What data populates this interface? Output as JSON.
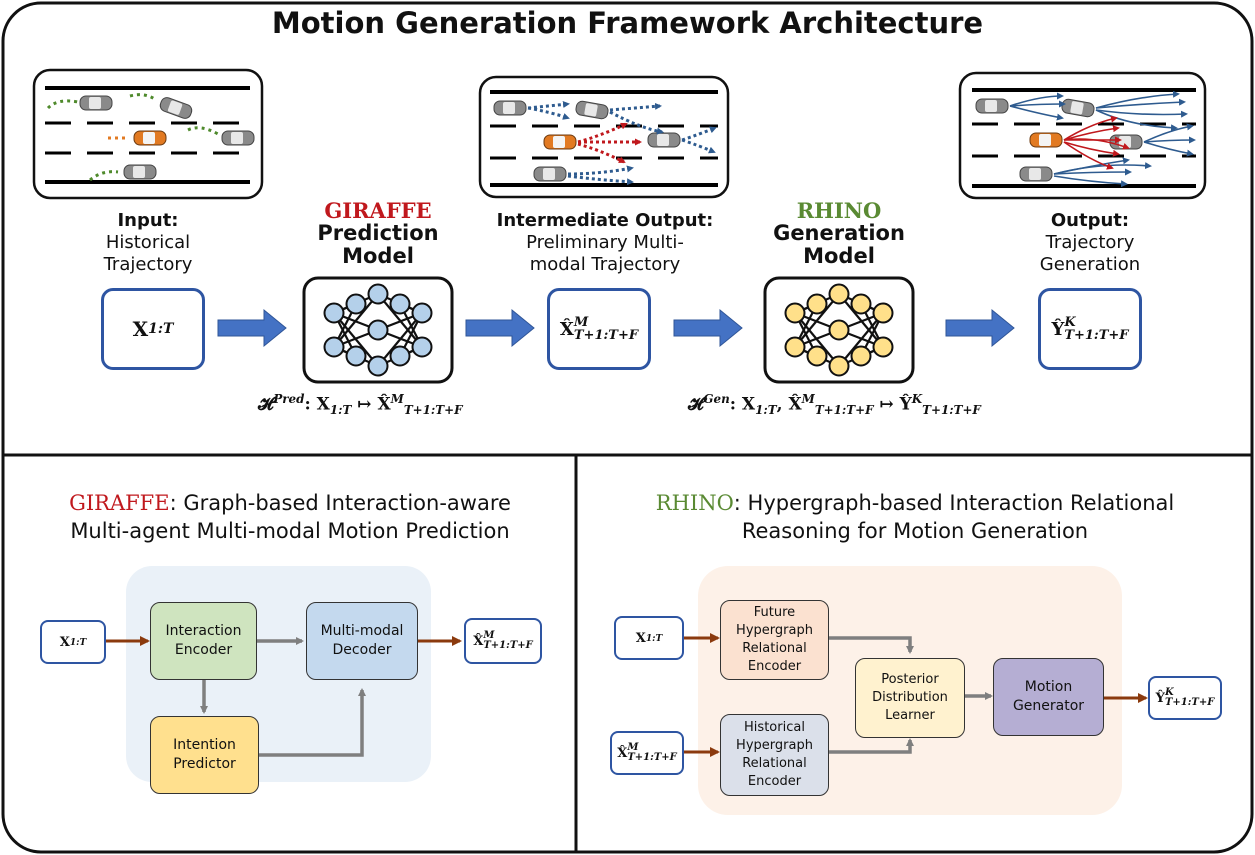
{
  "title": "Motion Generation Framework Architecture",
  "stages": {
    "input": {
      "heading": "Input:",
      "line1": "Historical",
      "line2": "Trajectory",
      "symbol": "X",
      "sub": "1:T"
    },
    "intermediate": {
      "heading": "Intermediate Output:",
      "line1": "Preliminary Multi-",
      "line2": "modal Trajectory",
      "symbol": "X̂",
      "sup": "M",
      "sub": "T+1:T+F"
    },
    "output": {
      "heading": "Output:",
      "line1": "Trajectory",
      "line2": "Generation",
      "symbol": "Ŷ",
      "sup": "K",
      "sub": "T+1:T+F"
    }
  },
  "models": {
    "giraffe": {
      "name": "GIRAFFE",
      "line1": "Prediction",
      "line2": "Model",
      "color": "#c0181d",
      "node_color": "#b4d0ea"
    },
    "rhino": {
      "name": "RHINO",
      "line1": "Generation",
      "line2": "Model",
      "color": "#5a8a33",
      "node_color": "#ffe08a"
    }
  },
  "equations": {
    "pred": {
      "h": "𝓗",
      "sup": "Pred",
      "lhs": ": X",
      "lhs_sub": "1:T",
      "arrow": " ↦ ",
      "rhs": "X̂",
      "rhs_sup": "M",
      "rhs_sub": "T+1:T+F"
    },
    "gen": {
      "h": "𝓗",
      "sup": "Gen",
      "lhs": ": X",
      "lhs_sub": "1:T",
      "mid": ", X̂",
      "mid_sup": "M",
      "mid_sub": "T+1:T+F",
      "arrow": " ↦ ",
      "rhs": "Ŷ",
      "rhs_sup": "K",
      "rhs_sub": "T+1:T+F"
    }
  },
  "giraffe_panel": {
    "title_name": "GIRAFFE",
    "title_rest": ": Graph-based Interaction-aware",
    "title_line2": "Multi-agent Multi-modal Motion Prediction",
    "input": {
      "symbol": "X",
      "sub": "1:T"
    },
    "output": {
      "symbol": "X̂",
      "sup": "M",
      "sub": "T+1:T+F"
    },
    "interaction_encoder": {
      "line1": "Interaction",
      "line2": "Encoder",
      "color": "#cfe4bf"
    },
    "multimodal_decoder": {
      "line1": "Multi-modal",
      "line2": "Decoder",
      "color": "#c4d9ee"
    },
    "intention_predictor": {
      "line1": "Intention",
      "line2": "Predictor",
      "color": "#ffe08e"
    },
    "background": "#eaf1f8"
  },
  "rhino_panel": {
    "title_name": "RHINO",
    "title_rest": ": Hypergraph-based Interaction Relational",
    "title_line2": "Reasoning for Motion Generation",
    "input_hist": {
      "symbol": "X",
      "sub": "1:T"
    },
    "input_pred": {
      "symbol": "X̂",
      "sup": "M",
      "sub": "T+1:T+F"
    },
    "output": {
      "symbol": "Ŷ",
      "sup": "K",
      "sub": "T+1:T+F"
    },
    "future_encoder": {
      "line1": "Future",
      "line2": "Hypergraph",
      "line3": "Relational",
      "line4": "Encoder",
      "color": "#fbe1d0"
    },
    "historical_encoder": {
      "line1": "Historical",
      "line2": "Hypergraph",
      "line3": "Relational",
      "line4": "Encoder",
      "color": "#dbe0ea"
    },
    "posterior": {
      "line1": "Posterior",
      "line2": "Distribution",
      "line3": "Learner",
      "color": "#fff2cf"
    },
    "motion_generator": {
      "line1": "Motion",
      "line2": "Generator",
      "color": "#b5aed3"
    },
    "background": "#fdf1e8"
  },
  "colors": {
    "arrow_blue": "#4472c4",
    "arrow_brown": "#8b3a0e",
    "arrow_gray": "#7f7f7f",
    "box_blue": "#2e55a2"
  }
}
